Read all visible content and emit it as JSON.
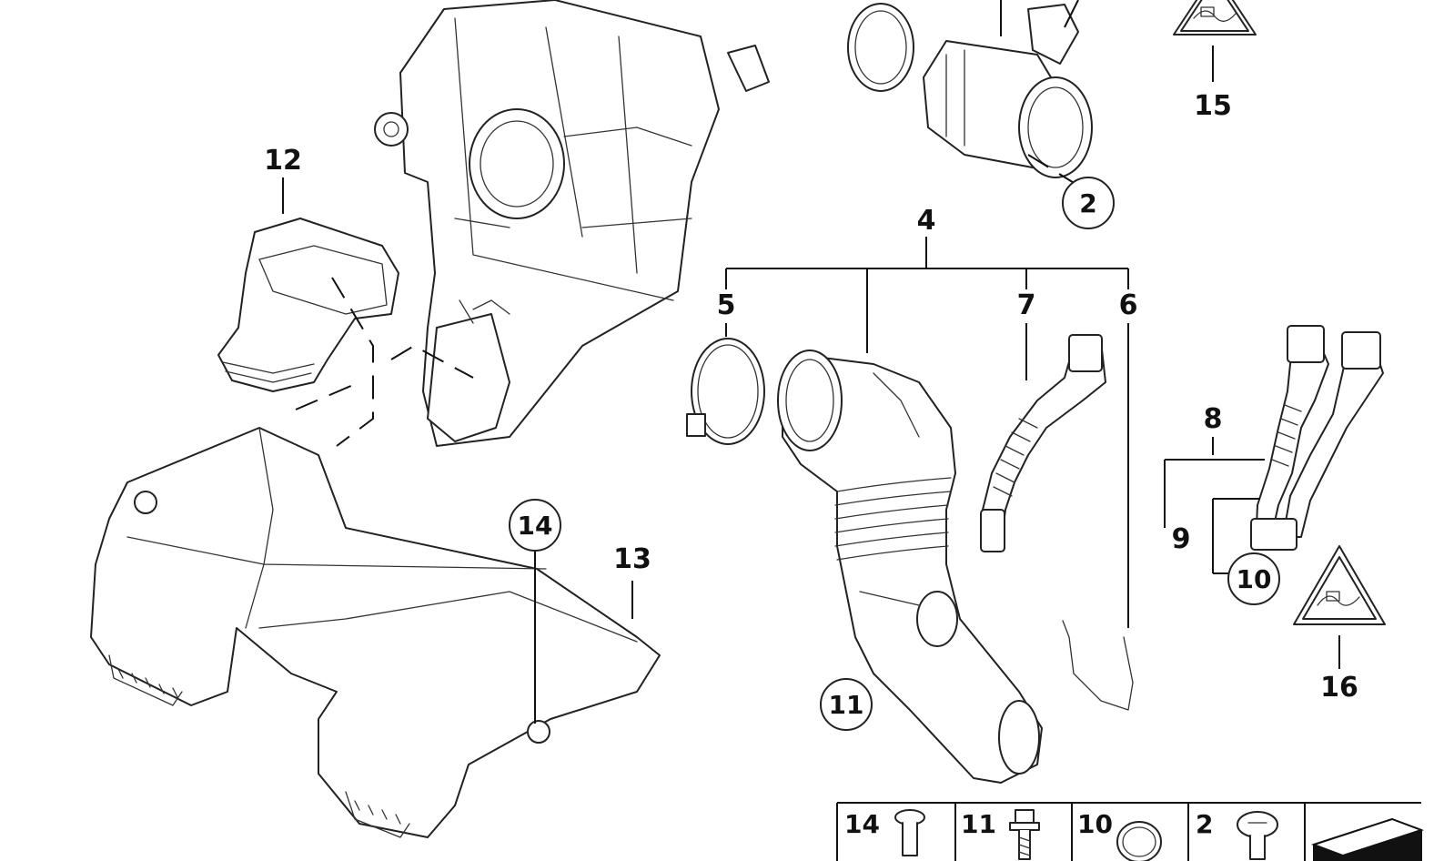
{
  "callouts": {
    "c2": "2",
    "c4": "4",
    "c5": "5",
    "c6": "6",
    "c7": "7",
    "c8": "8",
    "c9": "9",
    "c10": "10",
    "c11": "11",
    "c12": "12",
    "c13": "13",
    "c14": "14",
    "c15": "15",
    "c16": "16"
  },
  "parts_table": [
    {
      "label": "14",
      "icon": "screw-icon"
    },
    {
      "label": "11",
      "icon": "bolt-icon"
    },
    {
      "label": "10",
      "icon": "ring-icon"
    },
    {
      "label": "2",
      "icon": "pan-head-screw-icon"
    },
    {
      "label": "",
      "icon": "wedge-icon"
    }
  ],
  "colors": {
    "line": "#222222",
    "background": "#ffffff"
  }
}
